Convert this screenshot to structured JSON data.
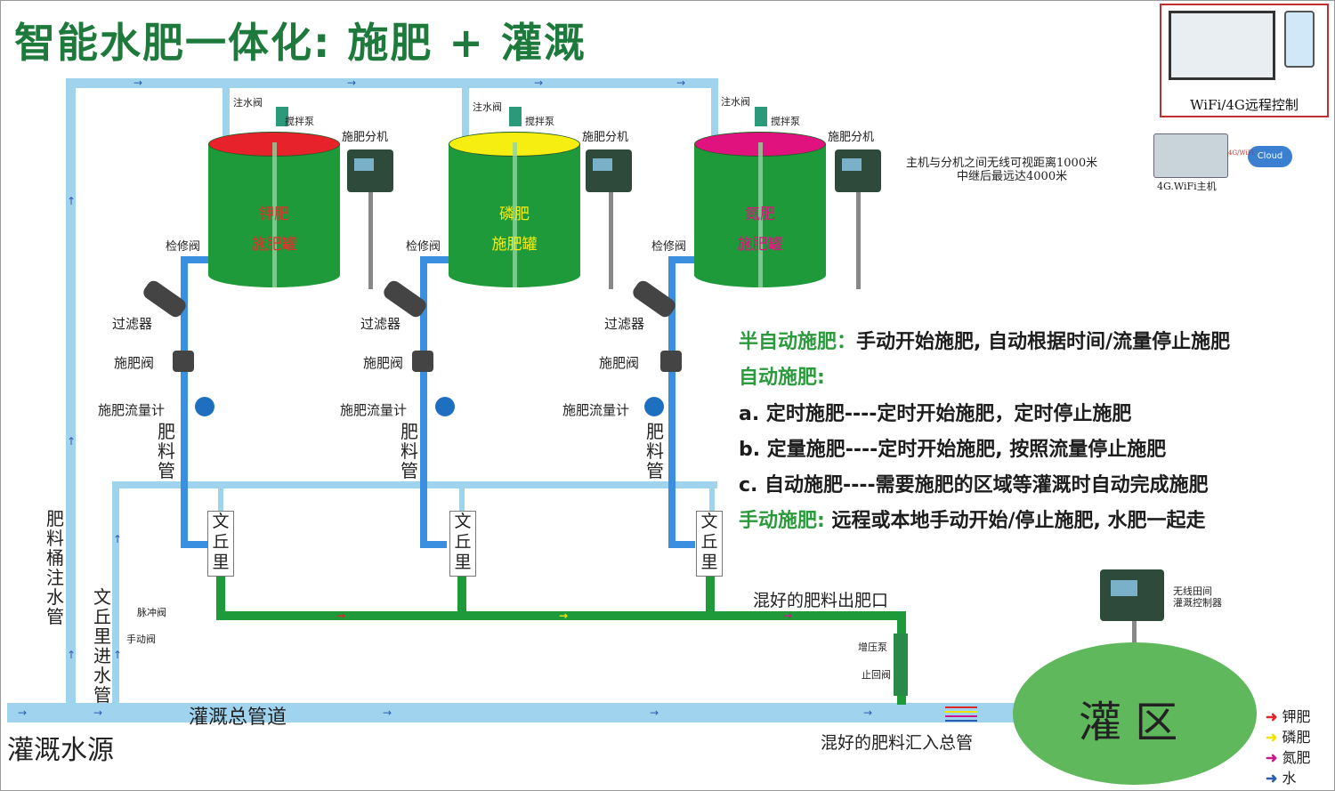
{
  "title": "智能水肥一体化: 施肥 + 灌溉",
  "remote": {
    "label": "WiFi/4G远程控制"
  },
  "host": {
    "label": "4G.WiFi主机",
    "cloud": "Cloud",
    "link_label": "4G/WiFi"
  },
  "wireless_note": {
    "line1": "主机与分机之间无线可视距离1000米",
    "line2": "中继后最远达4000米"
  },
  "tanks": [
    {
      "name": "钾肥",
      "sub": "施肥罐",
      "lid_color": "#e8222a",
      "text_color": "#e0302a"
    },
    {
      "name": "磷肥",
      "sub": "施肥罐",
      "lid_color": "#f6ee10",
      "text_color": "#f6ee10"
    },
    {
      "name": "氮肥",
      "sub": "施肥罐",
      "lid_color": "#e0127e",
      "text_color": "#e0127e"
    }
  ],
  "labels": {
    "inlet_valve": "注水阀",
    "mixer_pump": "搅拌泵",
    "sub_controller": "施肥分机",
    "service_valve": "检修阀",
    "filter": "过滤器",
    "fert_valve": "施肥阀",
    "flowmeter": "施肥流量计",
    "fert_pipe": "肥料管",
    "venturi": "文丘里",
    "mixed_outlet": "混好的肥料出肥口",
    "tank_fill_pipe": "肥料桶注水管",
    "venturi_inlet_pipe": "文丘里进水管",
    "pulse_valve": "脉冲阀",
    "manual_valve": "手动阀",
    "booster_pump": "增压泵",
    "check_valve": "止回阀",
    "main_pipe": "灌溉总管道",
    "water_source": "灌溉水源",
    "merge_label": "混好的肥料汇入总管",
    "field_controller_1": "无线田间",
    "field_controller_2": "灌溉控制器",
    "zone": "灌 区"
  },
  "info": [
    {
      "head": "半自动施肥：",
      "text": "手动开始施肥, 自动根据时间/流量停止施肥"
    },
    {
      "head": "自动施肥:",
      "text": ""
    },
    {
      "head": "",
      "text": "a. 定时施肥----定时开始施肥，定时停止施肥"
    },
    {
      "head": "",
      "text": "b. 定量施肥----定时开始施肥, 按照流量停止施肥"
    },
    {
      "head": "",
      "text": "c. 自动施肥----需要施肥的区域等灌溉时自动完成施肥"
    },
    {
      "head": "手动施肥:",
      "text": " 远程或本地手动开始/停止施肥, 水肥一起走"
    }
  ],
  "legend": [
    {
      "label": "钾肥",
      "color": "#e0252a"
    },
    {
      "label": "磷肥",
      "color": "#f0e400"
    },
    {
      "label": "氮肥",
      "color": "#d0168c"
    },
    {
      "label": "水",
      "color": "#2a5fb0"
    }
  ],
  "colors": {
    "water_pipe": "#9fd3ee",
    "fert_pipe": "#3a8fe0",
    "mixed_pipe": "#1f9a3a",
    "title": "#1e7a3c"
  }
}
